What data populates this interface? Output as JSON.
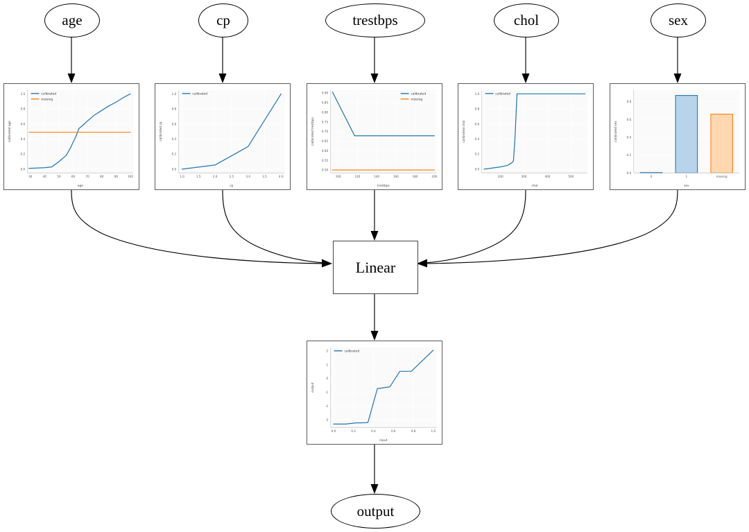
{
  "graph": {
    "input_nodes": [
      {
        "id": "age",
        "label": "age"
      },
      {
        "id": "cp",
        "label": "cp"
      },
      {
        "id": "trestbps",
        "label": "trestbps"
      },
      {
        "id": "chol",
        "label": "chol"
      },
      {
        "id": "sex",
        "label": "sex"
      }
    ],
    "linear_node": {
      "label": "Linear"
    },
    "output_node": {
      "label": "output"
    }
  },
  "colors": {
    "calibrated": "#1f77b4",
    "missing": "#ff7f0e",
    "missing_fill": "#ffd8b0",
    "calibrated_fill": "#b8d4ea",
    "panel_border": "#5a5a5a",
    "plot_bg": "#fafafa",
    "grid": "#ffffff",
    "edge": "#000000"
  },
  "chart_data": [
    {
      "id": "age",
      "type": "line",
      "title": "",
      "xlabel": "age",
      "ylabel": "calibrated age",
      "xlim": [
        28,
        102
      ],
      "ylim": [
        -0.05,
        1.05
      ],
      "xticks": [
        30,
        40,
        50,
        60,
        70,
        80,
        90,
        100
      ],
      "yticks": [
        0.0,
        0.2,
        0.4,
        0.6,
        0.8,
        1.0
      ],
      "grid": true,
      "legend": [
        "calibrated",
        "missing"
      ],
      "legend_position": "upper left",
      "series": [
        {
          "name": "calibrated",
          "color": "#1f77b4",
          "x": [
            29,
            40,
            45,
            50,
            55,
            58,
            62,
            64,
            66,
            70,
            75,
            80,
            85,
            90,
            95,
            100
          ],
          "y": [
            0.01,
            0.02,
            0.03,
            0.1,
            0.18,
            0.28,
            0.44,
            0.54,
            0.57,
            0.64,
            0.72,
            0.78,
            0.84,
            0.89,
            0.95,
            1.0
          ]
        },
        {
          "name": "missing",
          "color": "#ff7f0e",
          "x": [
            29,
            100
          ],
          "y": [
            0.49,
            0.49
          ]
        }
      ]
    },
    {
      "id": "cp",
      "type": "line",
      "xlabel": "cp",
      "ylabel": "calibrated cp",
      "xlim": [
        0.9,
        4.1
      ],
      "ylim": [
        -0.05,
        1.05
      ],
      "xticks": [
        1.0,
        1.5,
        2.0,
        2.5,
        3.0,
        3.5,
        4.0
      ],
      "yticks": [
        0.0,
        0.2,
        0.4,
        0.6,
        0.8,
        1.0
      ],
      "grid": true,
      "legend": [
        "calibrated"
      ],
      "legend_position": "upper left",
      "series": [
        {
          "name": "calibrated",
          "color": "#1f77b4",
          "x": [
            1.0,
            2.0,
            3.0,
            4.0
          ],
          "y": [
            0.0,
            0.055,
            0.3,
            1.0
          ]
        }
      ]
    },
    {
      "id": "trestbps",
      "type": "line",
      "xlabel": "trestbps",
      "ylabel": "calibrated trestbps",
      "xlim": [
        92,
        202
      ],
      "ylim": [
        0.485,
        0.915
      ],
      "xticks": [
        100,
        120,
        140,
        160,
        180,
        200
      ],
      "yticks": [
        0.5,
        0.55,
        0.6,
        0.65,
        0.7,
        0.75,
        0.8,
        0.85,
        0.9
      ],
      "grid": true,
      "legend": [
        "calibrated",
        "missing"
      ],
      "legend_position": "upper right",
      "series": [
        {
          "name": "calibrated",
          "color": "#1f77b4",
          "x": [
            94,
            117,
            200
          ],
          "y": [
            0.905,
            0.678,
            0.678
          ]
        },
        {
          "name": "missing",
          "color": "#ff7f0e",
          "x": [
            94,
            200
          ],
          "y": [
            0.5,
            0.5
          ]
        }
      ]
    },
    {
      "id": "chol",
      "type": "line",
      "xlabel": "chol",
      "ylabel": "calibrated chol",
      "xlim": [
        120,
        570
      ],
      "ylim": [
        -0.05,
        1.05
      ],
      "xticks": [
        200,
        300,
        400,
        500
      ],
      "yticks": [
        0.0,
        0.2,
        0.4,
        0.6,
        0.8,
        1.0
      ],
      "grid": true,
      "legend": [
        "calibrated"
      ],
      "legend_position": "upper left",
      "series": [
        {
          "name": "calibrated",
          "color": "#1f77b4",
          "x": [
            130,
            200,
            230,
            250,
            255,
            262,
            270,
            300,
            400,
            560
          ],
          "y": [
            0.0,
            0.03,
            0.05,
            0.09,
            0.11,
            0.45,
            1.0,
            1.0,
            1.0,
            1.0
          ]
        }
      ]
    },
    {
      "id": "sex",
      "type": "bar",
      "xlabel": "sex",
      "ylabel": "calibrated sex",
      "categories": [
        "0",
        "1",
        "missing"
      ],
      "values": [
        0.005,
        0.87,
        0.66
      ],
      "bar_colors": [
        "#1f77b4",
        "#1f77b4",
        "#ff7f0e"
      ],
      "ylim": [
        0.0,
        0.93
      ],
      "yticks": [
        0.0,
        0.2,
        0.4,
        0.6,
        0.8
      ],
      "grid": true,
      "legend": []
    },
    {
      "id": "output",
      "type": "line",
      "xlabel": "input",
      "ylabel": "output",
      "xlim": [
        -0.03,
        1.03
      ],
      "ylim": [
        -3.55,
        2.25
      ],
      "xticks": [
        0.0,
        0.2,
        0.4,
        0.6,
        0.8,
        1.0
      ],
      "yticks": [
        -3,
        -2,
        -1,
        0,
        1,
        2
      ],
      "grid": true,
      "legend": [
        "calibrated"
      ],
      "legend_position": "upper left",
      "series": [
        {
          "name": "calibrated",
          "color": "#1f77b4",
          "x": [
            0.0,
            0.12,
            0.22,
            0.33,
            0.345,
            0.44,
            0.455,
            0.55,
            0.565,
            0.665,
            0.78,
            1.0
          ],
          "y": [
            -3.3,
            -3.3,
            -3.22,
            -3.2,
            -3.18,
            -0.72,
            -0.72,
            -0.62,
            -0.6,
            0.52,
            0.52,
            2.05
          ]
        }
      ]
    }
  ]
}
